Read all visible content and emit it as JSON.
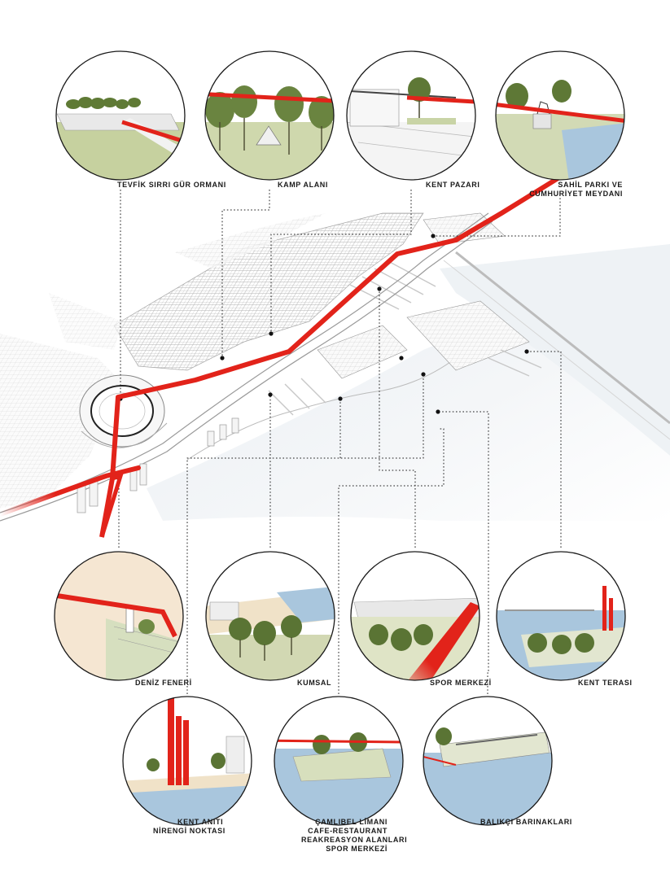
{
  "diagram": {
    "route_color": "#e2231a",
    "sea_color": "#a9c6dd",
    "grass_color": "#c9d4a6",
    "nodes": [
      {
        "id": "tevfik",
        "lines": [
          "TEVFİK SIRRI GÜR ORMANI"
        ]
      },
      {
        "id": "kamp",
        "lines": [
          "KAMP ALANI"
        ]
      },
      {
        "id": "pazar",
        "lines": [
          "KENT PAZARI"
        ]
      },
      {
        "id": "sahil",
        "lines": [
          "SAHİL PARKI VE",
          "CUMHURİYET MEYDANI"
        ]
      },
      {
        "id": "fener",
        "lines": [
          "DENİZ FENERİ"
        ]
      },
      {
        "id": "kumsal",
        "lines": [
          "KUMSAL"
        ]
      },
      {
        "id": "spor",
        "lines": [
          "SPOR MERKEZİ"
        ]
      },
      {
        "id": "teras",
        "lines": [
          "KENT TERASI"
        ]
      },
      {
        "id": "aniti",
        "lines": [
          "KENT ANITI",
          "NİRENGİ NOKTASI"
        ]
      },
      {
        "id": "camlibel",
        "lines": [
          "ÇAMLIBEL LİMANI",
          "CAFE-RESTAURANT",
          "REAKREASYON ALANLARI",
          "SPOR MERKEZİ"
        ]
      },
      {
        "id": "balikci",
        "lines": [
          "BALIKÇI BARINAKLARI"
        ]
      }
    ]
  }
}
